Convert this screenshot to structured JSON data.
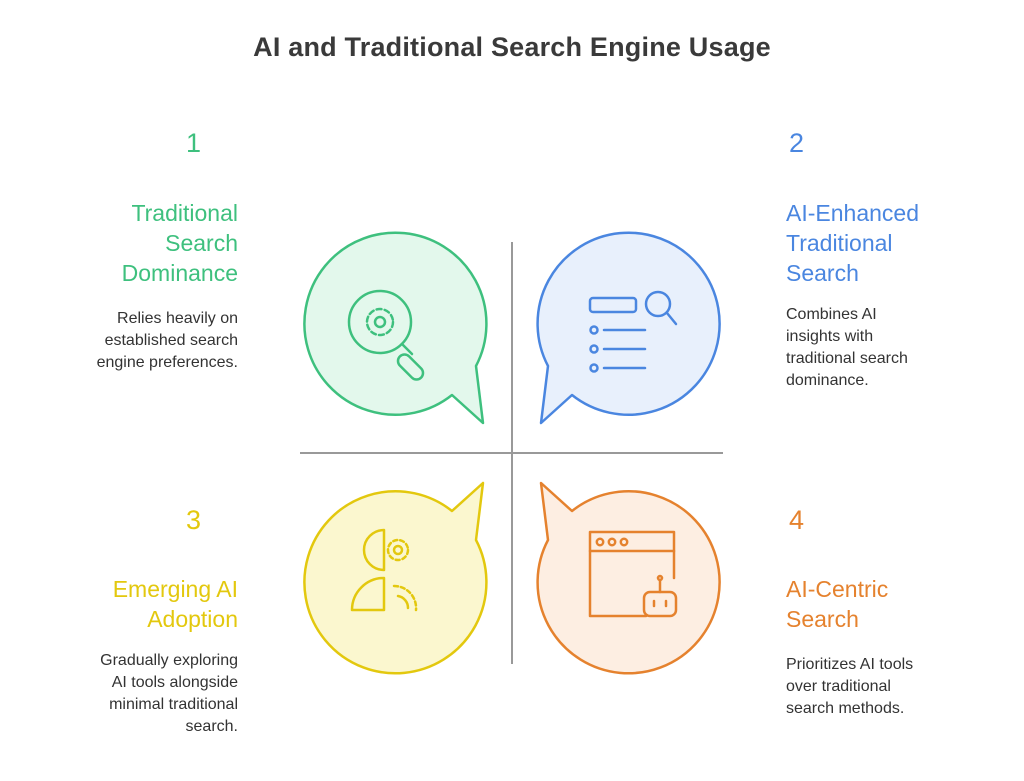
{
  "title": "AI and Traditional Search Engine Usage",
  "quadrants": [
    {
      "number": "1",
      "heading": [
        "Traditional",
        "Search",
        "Dominance"
      ],
      "description": [
        "Relies heavily on",
        "established search",
        "engine preferences."
      ],
      "color": "#3ec07e",
      "fill": "#e3f8ec",
      "icon": "gear-magnifier-icon"
    },
    {
      "number": "2",
      "heading": [
        "AI-Enhanced",
        "Traditional",
        "Search"
      ],
      "description": [
        "Combines AI",
        "insights with",
        "traditional search",
        "dominance."
      ],
      "color": "#4a86e0",
      "fill": "#e8f0fc",
      "icon": "search-list-icon"
    },
    {
      "number": "3",
      "heading": [
        "Emerging AI",
        "Adoption"
      ],
      "description": [
        "Gradually exploring",
        "AI tools alongside",
        "minimal traditional",
        "search."
      ],
      "color": "#e3c80e",
      "fill": "#fbf7cf",
      "icon": "head-gears-icon"
    },
    {
      "number": "4",
      "heading": [
        "AI-Centric",
        "Search"
      ],
      "description": [
        "Prioritizes AI tools",
        "over traditional",
        "search methods."
      ],
      "color": "#e5822e",
      "fill": "#fdeee2",
      "icon": "browser-robot-icon"
    }
  ]
}
